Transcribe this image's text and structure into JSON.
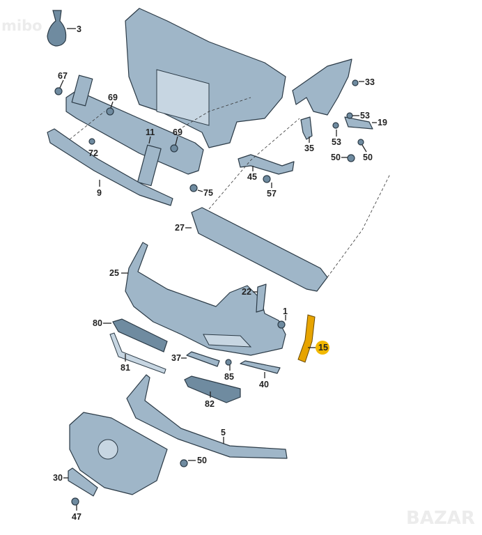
{
  "diagram": {
    "highlight_color": "#e7a400",
    "part_color": "#9fb6c8",
    "labels": [
      "3",
      "67",
      "69",
      "11",
      "69",
      "72",
      "9",
      "75",
      "33",
      "53",
      "19",
      "53",
      "35",
      "50",
      "50",
      "45",
      "57",
      "27",
      "25",
      "22",
      "1",
      "80",
      "15",
      "37",
      "85",
      "40",
      "81",
      "82",
      "5",
      "50",
      "30",
      "47"
    ]
  },
  "watermarks": {
    "top_left": "mibo",
    "bottom_right": "BAZAR"
  }
}
